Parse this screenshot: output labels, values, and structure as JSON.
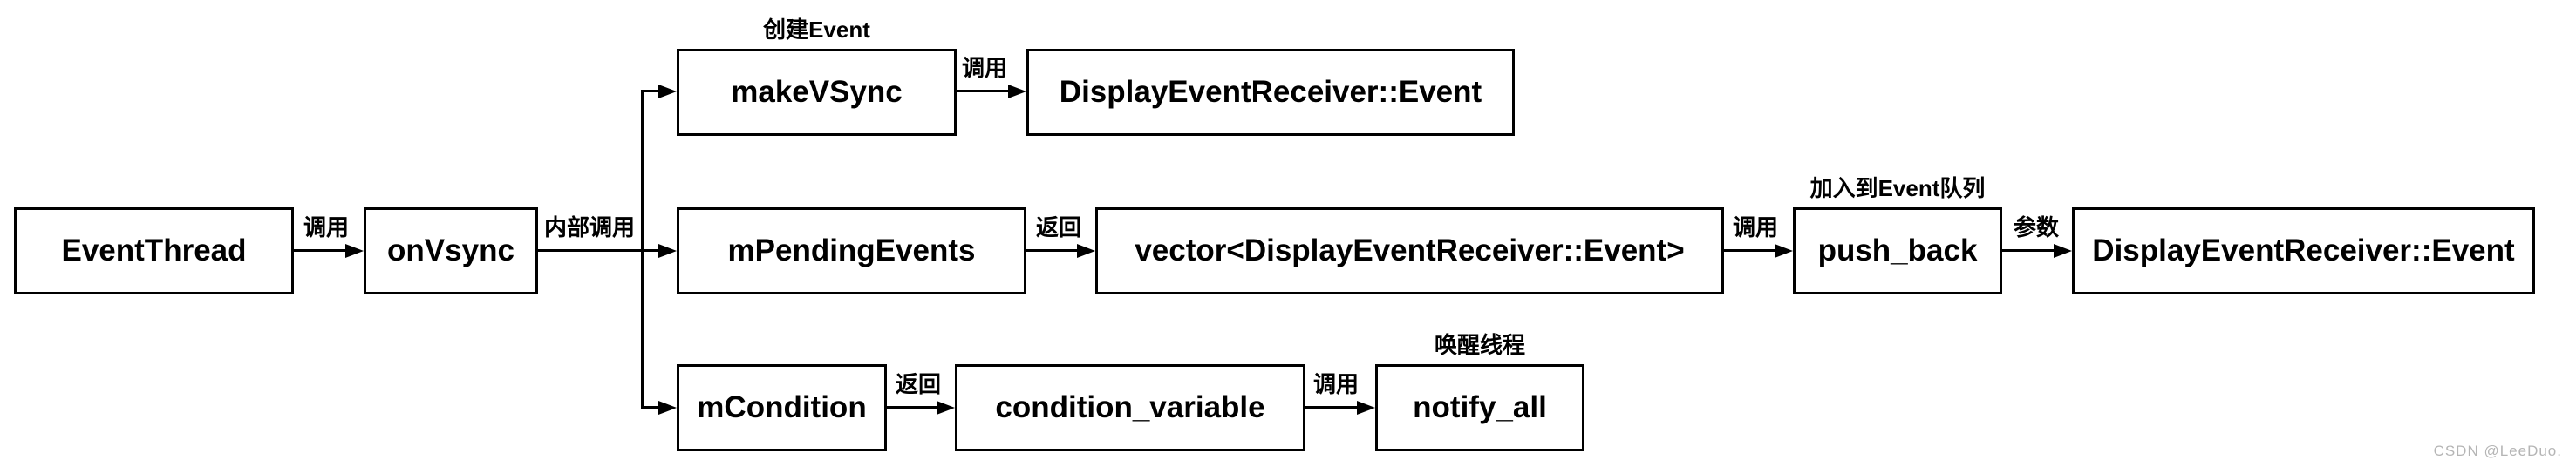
{
  "nodes": {
    "event_thread": {
      "label": "EventThread"
    },
    "on_vsync": {
      "label": "onVsync"
    },
    "make_vsync": {
      "label": "makeVSync",
      "annotation": "创建Event"
    },
    "display_event_receiver_event_top": {
      "label": "DisplayEventReceiver::Event"
    },
    "m_pending_events": {
      "label": "mPendingEvents"
    },
    "vector_display_event_receiver_event": {
      "label": "vector<DisplayEventReceiver::Event>"
    },
    "push_back": {
      "label": "push_back",
      "annotation": "加入到Event队列"
    },
    "display_event_receiver_event_right": {
      "label": "DisplayEventReceiver::Event"
    },
    "m_condition": {
      "label": "mCondition"
    },
    "condition_variable": {
      "label": "condition_variable"
    },
    "notify_all": {
      "label": "notify_all",
      "annotation": "唤醒线程"
    }
  },
  "edges": {
    "call_eventthread_onvsync": {
      "label": "调用"
    },
    "internal_call": {
      "label": "内部调用"
    },
    "call_makevsync_event": {
      "label": "调用"
    },
    "return_mpendingevents_vector": {
      "label": "返回"
    },
    "call_vector_pushback": {
      "label": "调用"
    },
    "param_pushback_event": {
      "label": "参数"
    },
    "return_mcondition_condvar": {
      "label": "返回"
    },
    "call_condvar_notifyall": {
      "label": "调用"
    }
  },
  "watermark": {
    "text": "CSDN @LeeDuo."
  },
  "colors": {
    "line": "#000000",
    "box_fill": "#ffffff",
    "text": "#000000",
    "watermark": "#b5b5b5"
  }
}
